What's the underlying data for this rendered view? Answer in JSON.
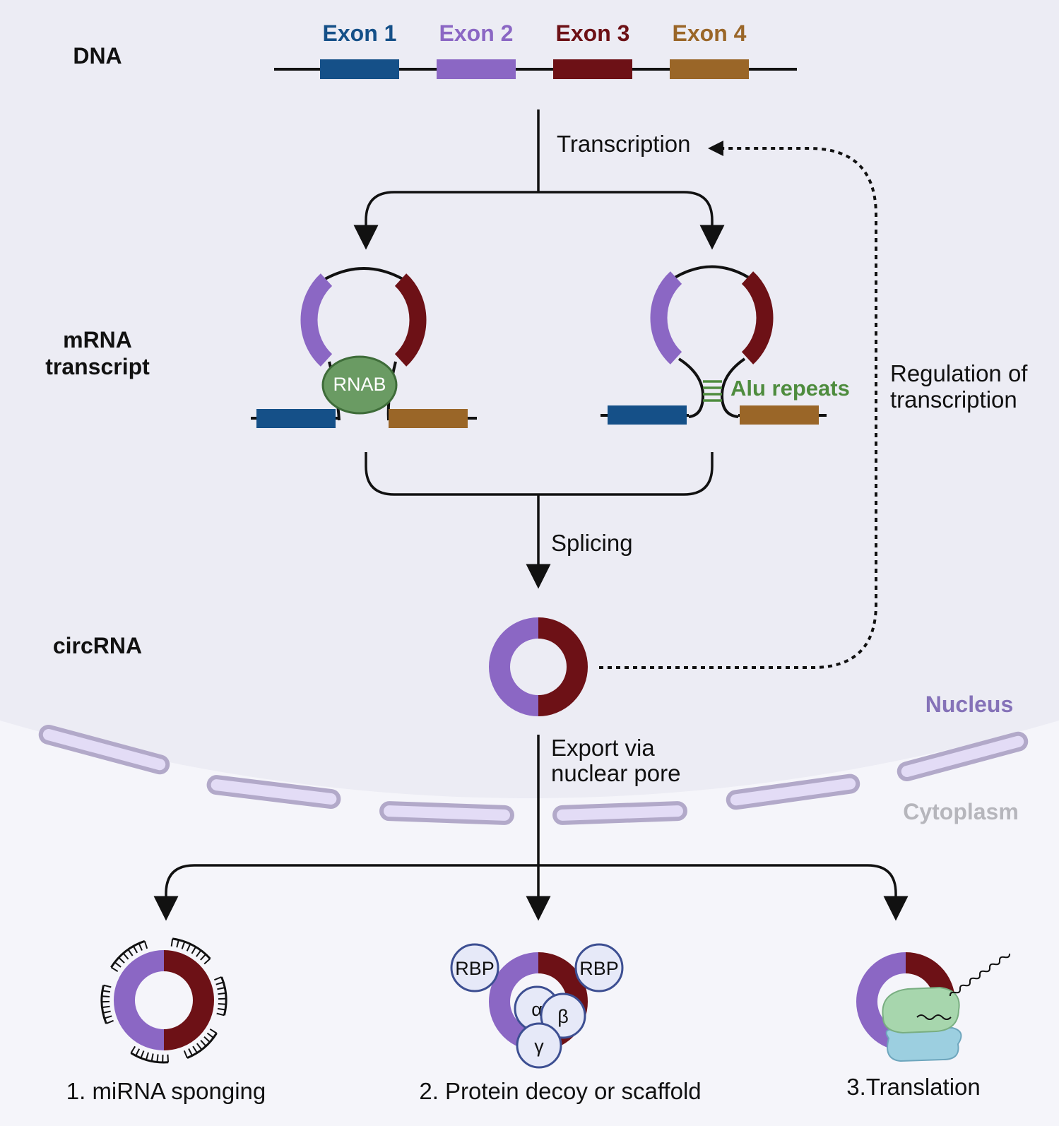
{
  "colors": {
    "exon1": "#155088",
    "exon2": "#8b67c4",
    "exon3": "#6d1116",
    "exon4": "#9a6628",
    "nucleus_bg": "#ececf4",
    "cytoplasm_bg": "#f5f5fa",
    "pore": "#e3dcf6",
    "pore_stroke": "#b2a9c9",
    "rnab": "#6a9b63",
    "alu": "#4e8c3e",
    "rbp_fill": "#e6e9f8",
    "rbp_stroke": "#3d4f92",
    "ribosome_top": "#a7d6ad",
    "ribosome_bottom": "#9ccfe0",
    "nucleus_label": "#8572b8",
    "cytoplasm_label": "#b6b6bc",
    "line": "#111111"
  },
  "exons": [
    {
      "label": "Exon 1",
      "color_key": "exon1"
    },
    {
      "label": "Exon 2",
      "color_key": "exon2"
    },
    {
      "label": "Exon 3",
      "color_key": "exon3"
    },
    {
      "label": "Exon 4",
      "color_key": "exon4"
    }
  ],
  "rows": {
    "dna": "DNA",
    "mrna_line1": "mRNA",
    "mrna_line2": "transcript",
    "circrna": "circRNA"
  },
  "steps": {
    "transcription": "Transcription",
    "splicing": "Splicing",
    "export_line1": "Export via",
    "export_line2": "nuclear pore",
    "regulation_line1": "Regulation of",
    "regulation_line2": "transcription"
  },
  "mechanisms": {
    "rnab": "RNAB",
    "alu_repeats": "Alu repeats"
  },
  "compartments": {
    "nucleus": "Nucleus",
    "cytoplasm": "Cytoplasm"
  },
  "functions": {
    "sponging": "1. miRNA sponging",
    "decoy": "2. Protein decoy or scaffold",
    "translation": "3.Translation"
  },
  "proteins": {
    "rbp_left": "RBP",
    "rbp_right": "RBP",
    "alpha": "α",
    "beta": "β",
    "gamma": "γ"
  }
}
